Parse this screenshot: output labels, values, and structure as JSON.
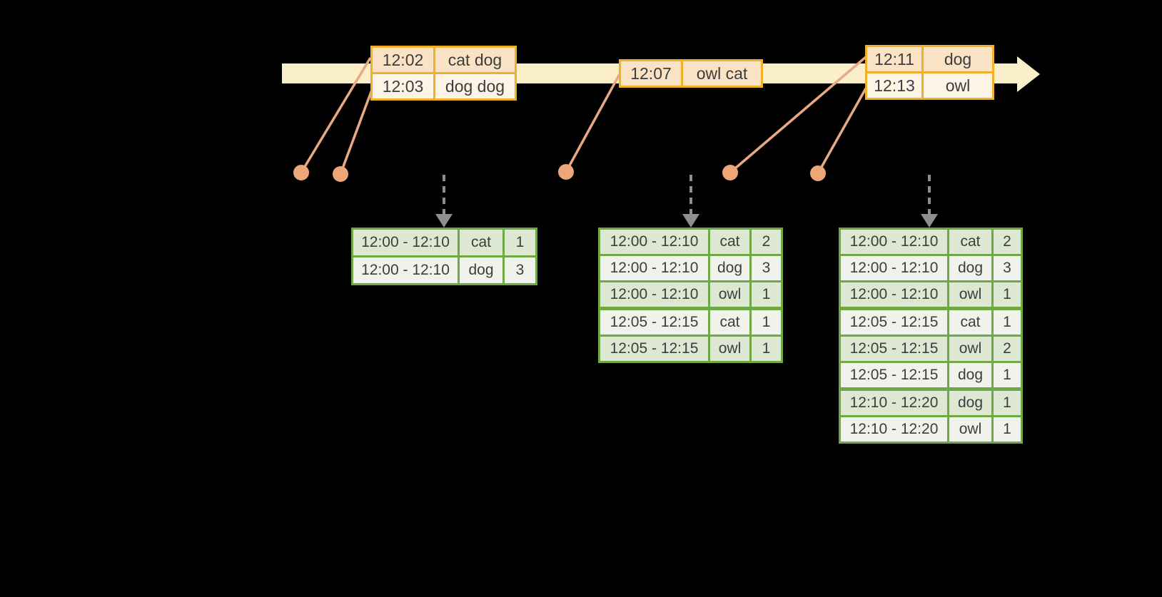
{
  "colors": {
    "bg": "#000000",
    "band": "#FAEECB",
    "gold": "#F0B027",
    "peach": "#FAE2C4",
    "cream": "#FDF4E6",
    "salmon": "#E9A982",
    "dot": "#ECA678",
    "green": "#70A845",
    "green-light": "#DCE8D2",
    "green-lighter": "#EFF3EB",
    "text": "#3D3D3D",
    "gray-arrow": "#8F8F8F"
  },
  "icons": {
    "timeline": "timeline-arrow-right",
    "event_marker": "event-dot",
    "trigger": "dashed-down-arrow"
  },
  "event_tables": [
    {
      "rows": [
        {
          "time": "12:02",
          "words": "cat dog"
        },
        {
          "time": "12:03",
          "words": "dog dog"
        }
      ]
    },
    {
      "rows": [
        {
          "time": "12:07",
          "words": "owl cat"
        }
      ]
    },
    {
      "rows": [
        {
          "time": "12:11",
          "words": "dog"
        },
        {
          "time": "12:13",
          "words": "owl"
        }
      ]
    }
  ],
  "result_tables": [
    {
      "rows": [
        {
          "window": "12:00 - 12:10",
          "word": "cat",
          "count": "1"
        },
        {
          "window": "12:00 - 12:10",
          "word": "dog",
          "count": "3"
        }
      ]
    },
    {
      "rows": [
        {
          "window": "12:00 - 12:10",
          "word": "cat",
          "count": "2"
        },
        {
          "window": "12:00 - 12:10",
          "word": "dog",
          "count": "3"
        },
        {
          "window": "12:00 - 12:10",
          "word": "owl",
          "count": "1"
        },
        {
          "window": "12:05 - 12:15",
          "word": "cat",
          "count": "1",
          "group_start": true
        },
        {
          "window": "12:05 - 12:15",
          "word": "owl",
          "count": "1"
        }
      ]
    },
    {
      "rows": [
        {
          "window": "12:00 - 12:10",
          "word": "cat",
          "count": "2"
        },
        {
          "window": "12:00 - 12:10",
          "word": "dog",
          "count": "3"
        },
        {
          "window": "12:00 - 12:10",
          "word": "owl",
          "count": "1"
        },
        {
          "window": "12:05 - 12:15",
          "word": "cat",
          "count": "1",
          "group_start": true
        },
        {
          "window": "12:05 - 12:15",
          "word": "owl",
          "count": "2"
        },
        {
          "window": "12:05 - 12:15",
          "word": "dog",
          "count": "1"
        },
        {
          "window": "12:10 - 12:20",
          "word": "dog",
          "count": "1",
          "group_start": true
        },
        {
          "window": "12:10 - 12:20",
          "word": "owl",
          "count": "1"
        }
      ]
    }
  ]
}
